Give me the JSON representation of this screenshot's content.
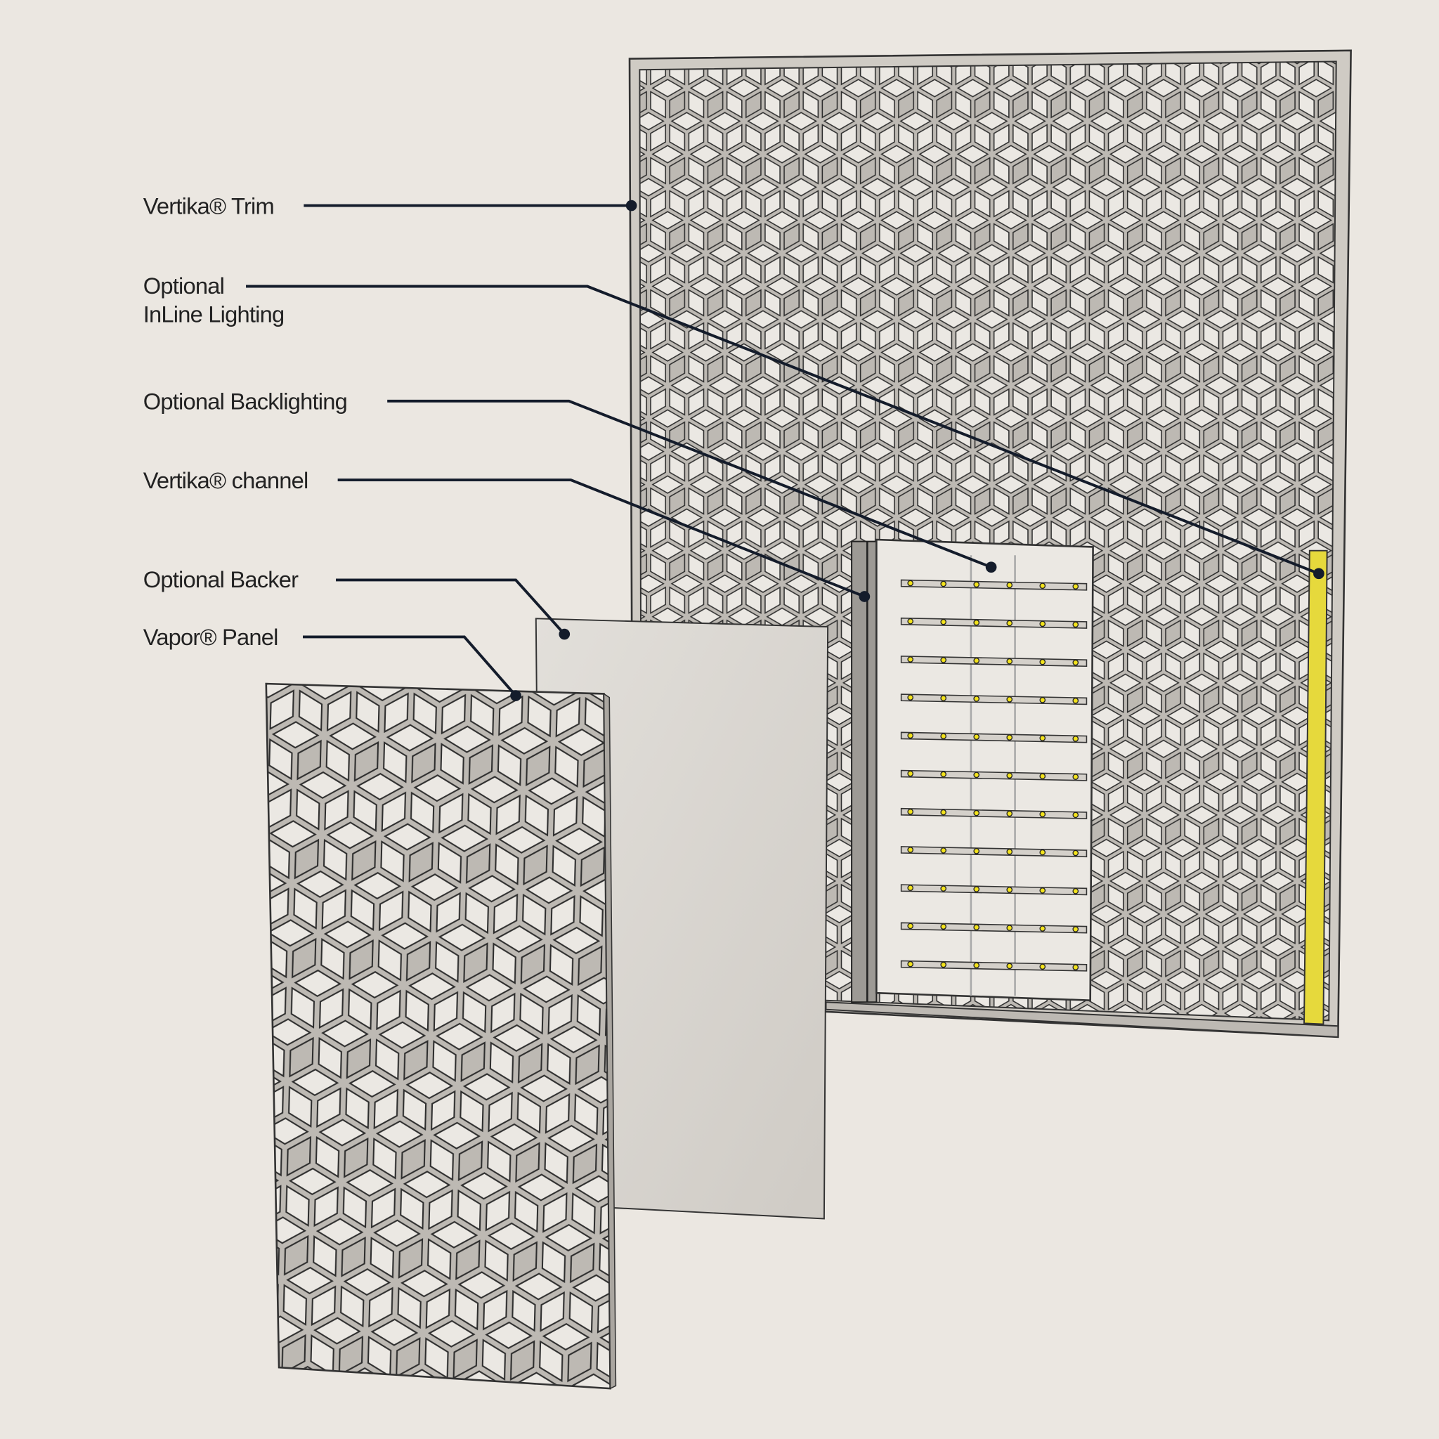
{
  "labels": {
    "trim": "Vertika® Trim",
    "inline_1": "Optional",
    "inline_2": "InLine Lighting",
    "backlighting": "Optional Backlighting",
    "channel": "Vertika® channel",
    "backer": "Optional Backer",
    "panel": "Vapor® Panel"
  },
  "colors": {
    "background": "#ebe7e1",
    "leader": "#141c2b",
    "tile_face": "#ebe8e3",
    "tile_gap": "#bdb9b3",
    "led_yellow": "#f2e21c",
    "inline_strip": "#e6d93c",
    "backer": "#d9d5cf"
  }
}
